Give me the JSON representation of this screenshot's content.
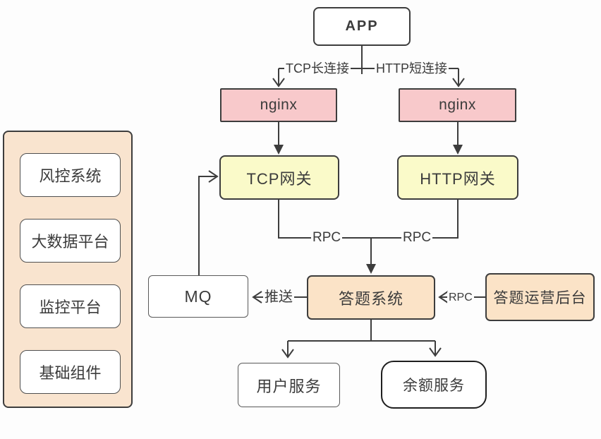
{
  "diagram": {
    "nodes": {
      "app": {
        "label": "APP"
      },
      "nginx_tcp": {
        "label": "nginx"
      },
      "nginx_http": {
        "label": "nginx"
      },
      "tcp_gateway": {
        "label": "TCP网关"
      },
      "http_gateway": {
        "label": "HTTP网关"
      },
      "answer_system": {
        "label": "答题系统"
      },
      "mq": {
        "label": "MQ"
      },
      "answer_ops_backend": {
        "label": "答题运营后台"
      },
      "user_service": {
        "label": "用户服务"
      },
      "balance_service": {
        "label": "余额服务"
      }
    },
    "edges": {
      "tcp_long": {
        "label": "TCP长连接"
      },
      "http_short": {
        "label": "HTTP短连接"
      },
      "rpc_tcp": {
        "label": "RPC"
      },
      "rpc_http": {
        "label": "RPC"
      },
      "push": {
        "label": "推送"
      },
      "rpc_ops": {
        "label": "RPC"
      }
    },
    "sidebar": {
      "items": [
        {
          "label": "风控系统"
        },
        {
          "label": "大数据平台"
        },
        {
          "label": "监控平台"
        },
        {
          "label": "基础组件"
        }
      ]
    },
    "colors": {
      "pink-fill": "#f8c9cb",
      "yellow-fill": "#fafac9",
      "peach-fill": "#fbe3c7",
      "sidebar-fill": "#f9e4cf",
      "line-color": "#3d3d3d",
      "soft-border": "#595959",
      "text-color": "#3b3b3b",
      "bg-color": "#fdfdfd"
    }
  }
}
